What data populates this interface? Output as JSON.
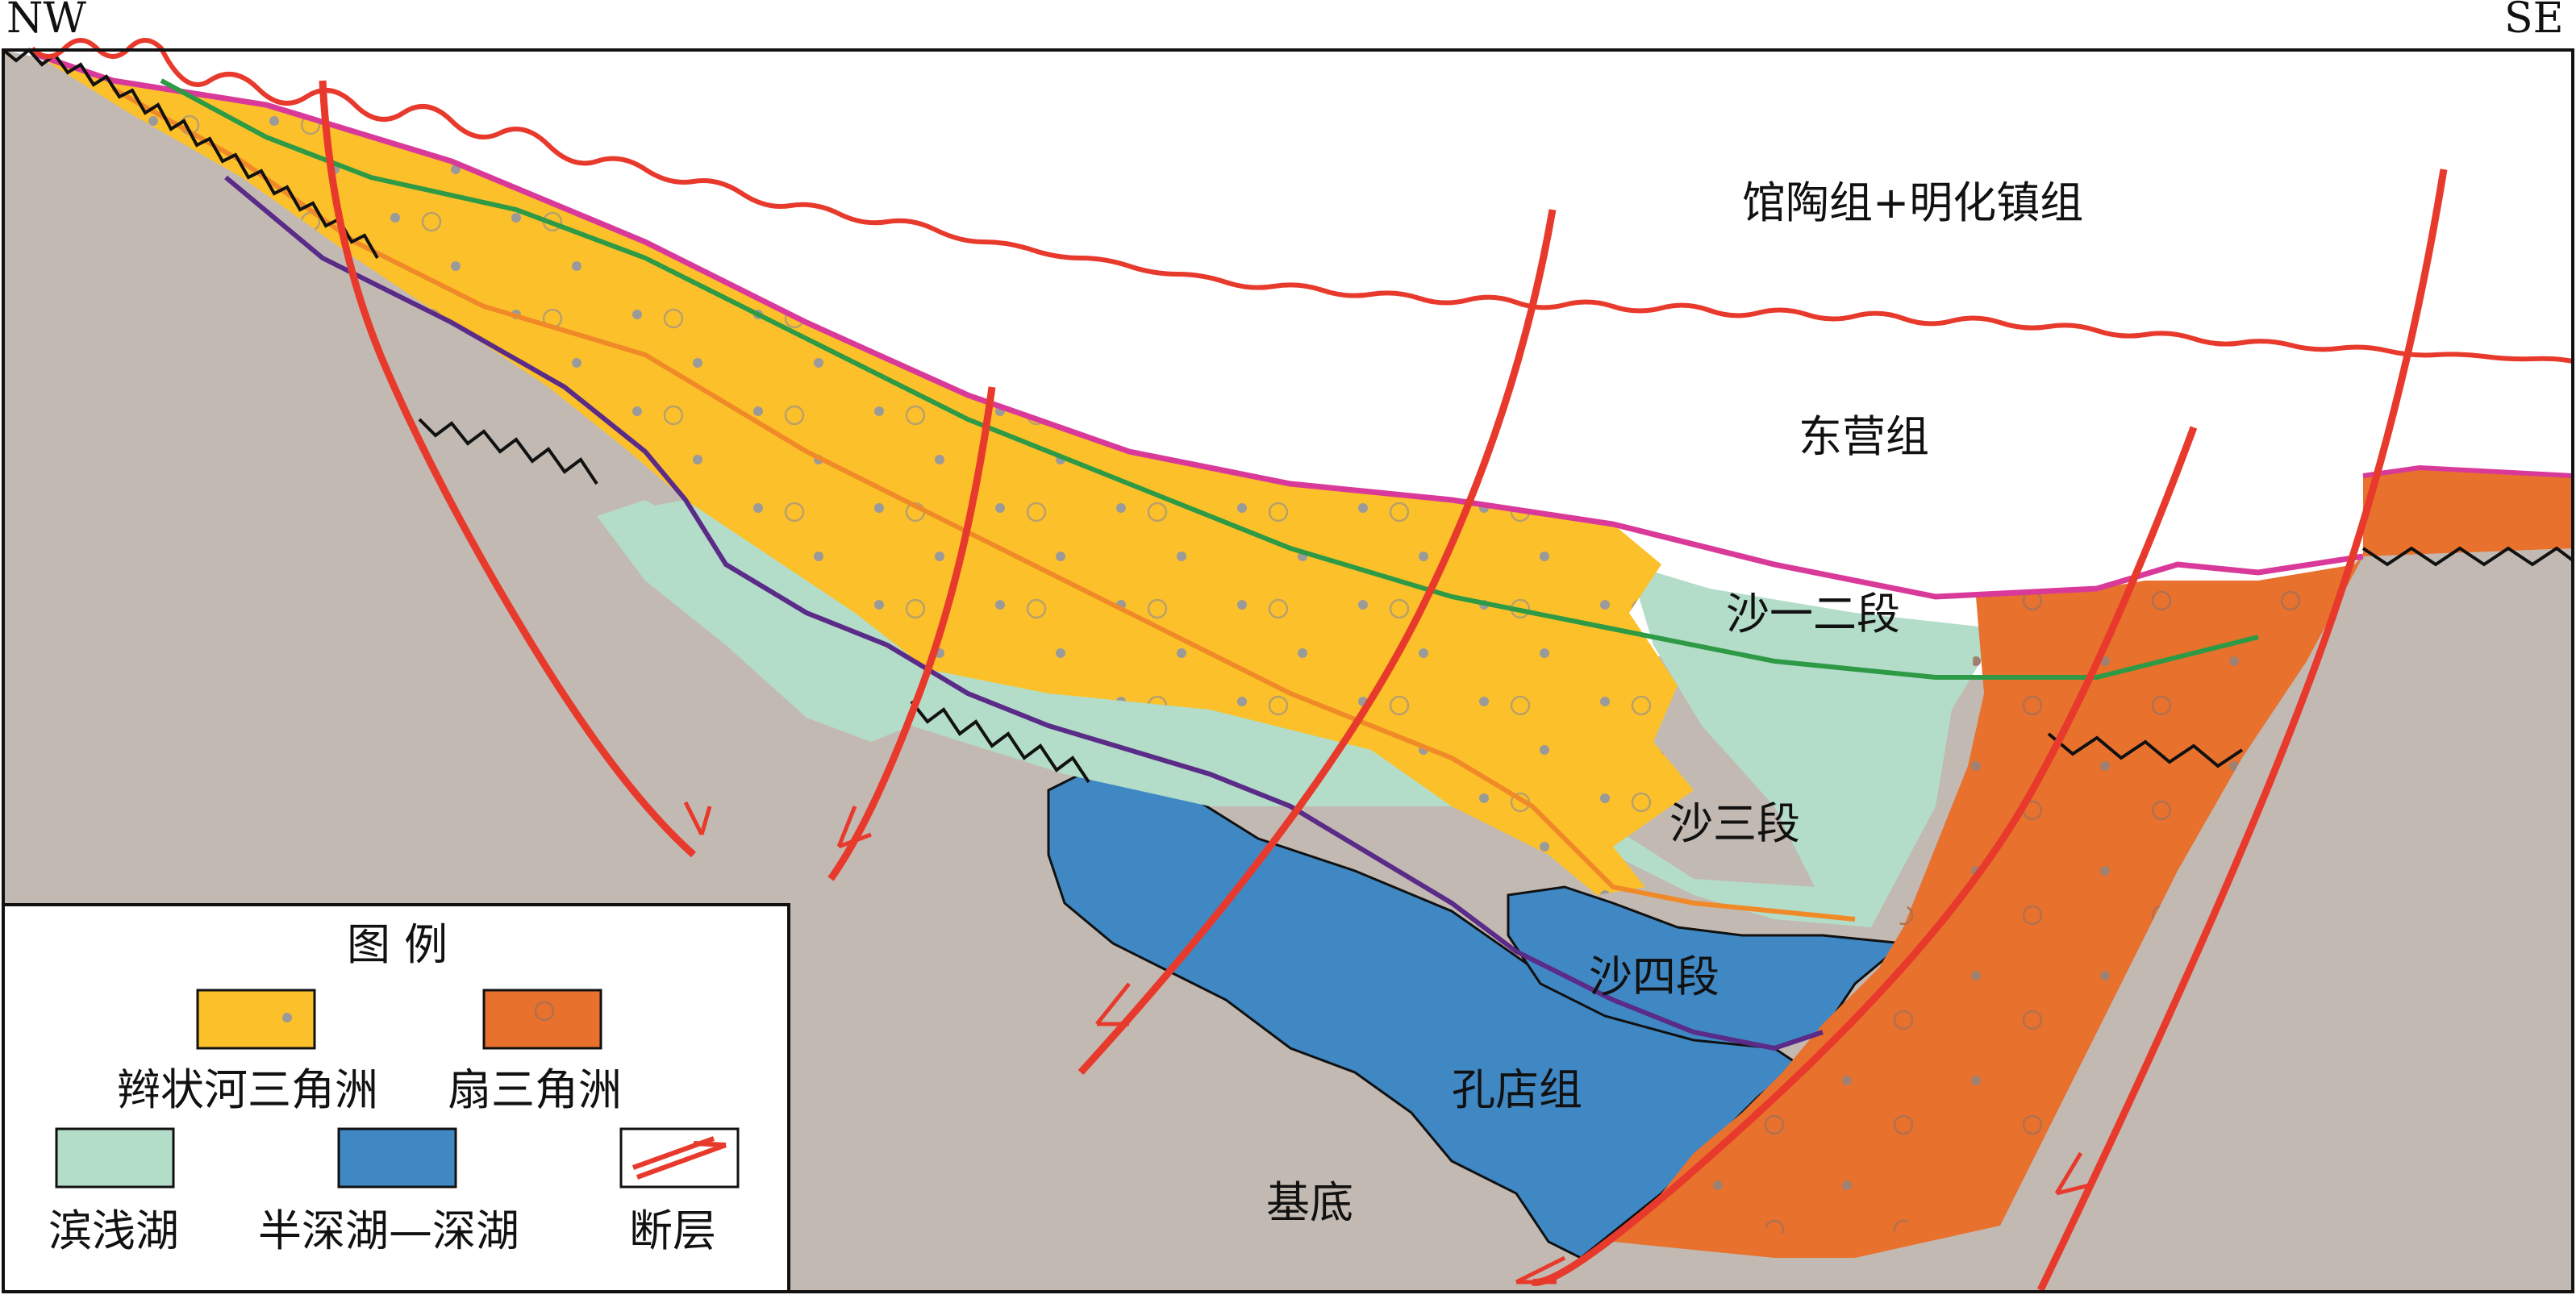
{
  "orientation": {
    "left": "NW",
    "right": "SE"
  },
  "formations": {
    "guantao": "馆陶组+明化镇组",
    "dongying": "东营组",
    "sha12": "沙一二段",
    "sha3": "沙三段",
    "sha4": "沙四段",
    "kongdian": "孔店组",
    "basement": "基底"
  },
  "legend": {
    "title": "图 例",
    "items": [
      {
        "label": "辫状河三角洲",
        "swatch": "braided-delta"
      },
      {
        "label": "扇三角洲",
        "swatch": "fan-delta"
      },
      {
        "label": "滨浅湖",
        "swatch": "shore-shallow-lake"
      },
      {
        "label": "半深湖—深湖",
        "swatch": "semi-deep-lake"
      },
      {
        "label": "断层",
        "swatch": "fault"
      }
    ]
  },
  "colors": {
    "basement": "#c2bab2",
    "braided_delta": "#fcc12a",
    "fan_delta": "#e8712d",
    "shore_shallow_lake": "#b3ddc8",
    "semi_deep_lake": "#3f88c4",
    "fault": "#e83a2c",
    "unconformity": "#e83a2c",
    "purple_boundary": "#5b2b88",
    "green_boundary": "#2e9a46",
    "orange_boundary": "#f08a28",
    "magenta_boundary": "#d93a9a"
  }
}
